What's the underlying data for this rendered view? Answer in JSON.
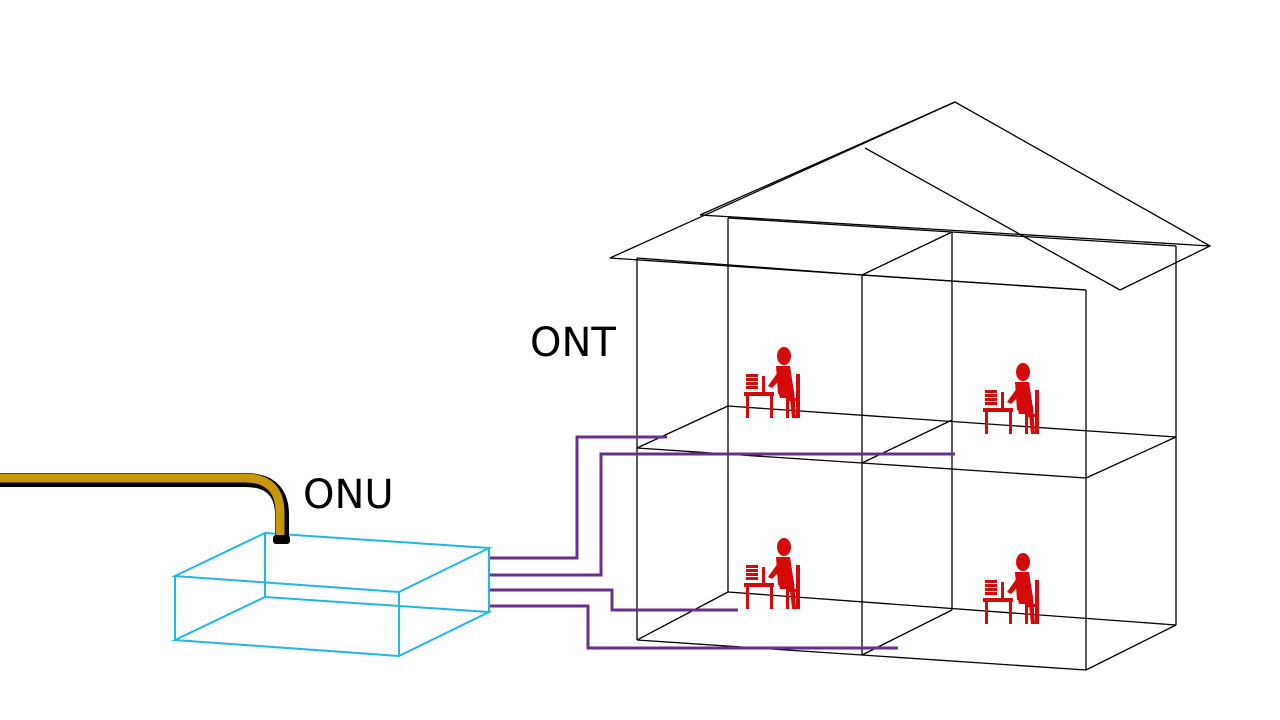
{
  "labels": {
    "ont": "ONT",
    "onu": "ONU"
  },
  "colors": {
    "background": "#ffffff",
    "house_line": "#000000",
    "onu_box": "#1fb8e0",
    "fiber_cable": "#c8960a",
    "fiber_cable_dark": "#000000",
    "drop_lines": "#6a2f8a",
    "people": "#d40a0a"
  },
  "icons": {
    "person": "person-at-desk-icon",
    "cable": "fiber-cable-icon",
    "box": "onu-box"
  }
}
